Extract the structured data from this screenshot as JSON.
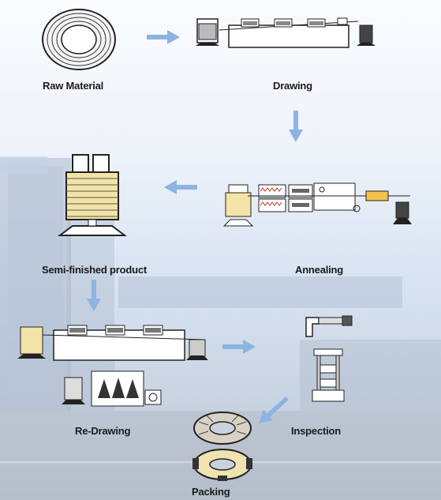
{
  "steps": {
    "raw_material": "Raw Material",
    "drawing": "Drawing",
    "semi_finished": "Semi-finished product",
    "annealing": "Annealing",
    "re_drawing": "Re-Drawing",
    "inspection": "Inspection",
    "packing": "Packing"
  },
  "colors": {
    "arrow": "#8db3e2",
    "coil_fill": "#f3e3a6",
    "heater": "#c0392b",
    "annealing_tube": "#f2c14e"
  }
}
